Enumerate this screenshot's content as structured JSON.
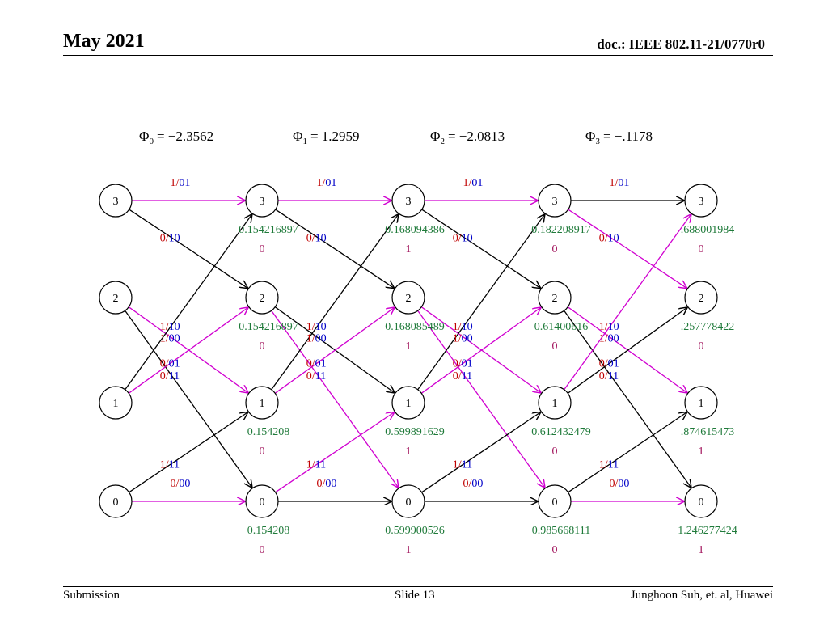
{
  "header": {
    "left": "May 2021",
    "right": "doc.: IEEE 802.11-21/0770r0"
  },
  "footer": {
    "left": "Submission",
    "center": "Slide 13",
    "right": "Junghoon Suh, et. al, Huawei"
  },
  "colors": {
    "metric": "#1f7a3a",
    "survivor": "#a0105a",
    "input_bit": "#c00000",
    "output_bits": "#0000c8",
    "selected_path": "#d000d0",
    "path": "#000000"
  },
  "phases": [
    {
      "symbol": "Φ",
      "sub": "0",
      "value": "= −2.3562"
    },
    {
      "symbol": "Φ",
      "sub": "1",
      "value": "= 1.2959"
    },
    {
      "symbol": "Φ",
      "sub": "2",
      "value": "= −2.0813"
    },
    {
      "symbol": "Φ",
      "sub": "3",
      "value": "= −.1178"
    }
  ],
  "states": [
    "3",
    "2",
    "1",
    "0"
  ],
  "stages": [
    {
      "nodes": [
        {
          "state": "3",
          "metric": "",
          "survivor": ""
        },
        {
          "state": "2",
          "metric": "",
          "survivor": ""
        },
        {
          "state": "1",
          "metric": "",
          "survivor": ""
        },
        {
          "state": "0",
          "metric": "",
          "survivor": ""
        }
      ]
    },
    {
      "nodes": [
        {
          "state": "3",
          "metric": "0.154216897",
          "survivor": "0"
        },
        {
          "state": "2",
          "metric": "0.154216897",
          "survivor": "0"
        },
        {
          "state": "1",
          "metric": "0.154208",
          "survivor": "0"
        },
        {
          "state": "0",
          "metric": "0.154208",
          "survivor": "0"
        }
      ]
    },
    {
      "nodes": [
        {
          "state": "3",
          "metric": "0.168094386",
          "survivor": "1"
        },
        {
          "state": "2",
          "metric": "0.168085489",
          "survivor": "1"
        },
        {
          "state": "1",
          "metric": "0.599891629",
          "survivor": "1"
        },
        {
          "state": "0",
          "metric": "0.599900526",
          "survivor": "1"
        }
      ]
    },
    {
      "nodes": [
        {
          "state": "3",
          "metric": "0.182208917",
          "survivor": "0"
        },
        {
          "state": "2",
          "metric": "0.61400616",
          "survivor": "0"
        },
        {
          "state": "1",
          "metric": "0.612432479",
          "survivor": "0"
        },
        {
          "state": "0",
          "metric": "0.985668111",
          "survivor": "0"
        }
      ]
    },
    {
      "nodes": [
        {
          "state": "3",
          "metric": ".688001984",
          "survivor": "0"
        },
        {
          "state": "2",
          "metric": ".257778422",
          "survivor": "0"
        },
        {
          "state": "1",
          "metric": ".874615473",
          "survivor": "1"
        },
        {
          "state": "0",
          "metric": "1.246277424",
          "survivor": "1"
        }
      ]
    }
  ],
  "branches": [
    {
      "stage": 0,
      "from": "3",
      "to": "3",
      "in": "1",
      "out": "01",
      "selected": true
    },
    {
      "stage": 0,
      "from": "3",
      "to": "2",
      "in": "0",
      "out": "10",
      "selected": false
    },
    {
      "stage": 0,
      "from": "2",
      "to": "1",
      "in": "1",
      "out": "00",
      "selected": true
    },
    {
      "stage": 0,
      "from": "2",
      "to": "0",
      "in": "0",
      "out": "11",
      "selected": false
    },
    {
      "stage": 0,
      "from": "1",
      "to": "3",
      "in": "1",
      "out": "10",
      "selected": false
    },
    {
      "stage": 0,
      "from": "1",
      "to": "2",
      "in": "0",
      "out": "01",
      "selected": true
    },
    {
      "stage": 0,
      "from": "0",
      "to": "1",
      "in": "1",
      "out": "11",
      "selected": false
    },
    {
      "stage": 0,
      "from": "0",
      "to": "0",
      "in": "0",
      "out": "00",
      "selected": true
    },
    {
      "stage": 1,
      "from": "3",
      "to": "3",
      "in": "1",
      "out": "01",
      "selected": true
    },
    {
      "stage": 1,
      "from": "3",
      "to": "2",
      "in": "0",
      "out": "10",
      "selected": false
    },
    {
      "stage": 1,
      "from": "2",
      "to": "1",
      "in": "1",
      "out": "00",
      "selected": false
    },
    {
      "stage": 1,
      "from": "2",
      "to": "0",
      "in": "0",
      "out": "11",
      "selected": true
    },
    {
      "stage": 1,
      "from": "1",
      "to": "3",
      "in": "1",
      "out": "10",
      "selected": false
    },
    {
      "stage": 1,
      "from": "1",
      "to": "2",
      "in": "0",
      "out": "01",
      "selected": true
    },
    {
      "stage": 1,
      "from": "0",
      "to": "1",
      "in": "1",
      "out": "11",
      "selected": true
    },
    {
      "stage": 1,
      "from": "0",
      "to": "0",
      "in": "0",
      "out": "00",
      "selected": false
    },
    {
      "stage": 2,
      "from": "3",
      "to": "3",
      "in": "1",
      "out": "01",
      "selected": true
    },
    {
      "stage": 2,
      "from": "3",
      "to": "2",
      "in": "0",
      "out": "10",
      "selected": false
    },
    {
      "stage": 2,
      "from": "2",
      "to": "1",
      "in": "1",
      "out": "00",
      "selected": true
    },
    {
      "stage": 2,
      "from": "2",
      "to": "0",
      "in": "0",
      "out": "11",
      "selected": true
    },
    {
      "stage": 2,
      "from": "1",
      "to": "3",
      "in": "1",
      "out": "10",
      "selected": false
    },
    {
      "stage": 2,
      "from": "1",
      "to": "2",
      "in": "0",
      "out": "01",
      "selected": true
    },
    {
      "stage": 2,
      "from": "0",
      "to": "1",
      "in": "1",
      "out": "11",
      "selected": false
    },
    {
      "stage": 2,
      "from": "0",
      "to": "0",
      "in": "0",
      "out": "00",
      "selected": false
    },
    {
      "stage": 3,
      "from": "3",
      "to": "3",
      "in": "1",
      "out": "01",
      "selected": false
    },
    {
      "stage": 3,
      "from": "3",
      "to": "2",
      "in": "0",
      "out": "10",
      "selected": true
    },
    {
      "stage": 3,
      "from": "2",
      "to": "1",
      "in": "1",
      "out": "00",
      "selected": true
    },
    {
      "stage": 3,
      "from": "2",
      "to": "0",
      "in": "0",
      "out": "11",
      "selected": false
    },
    {
      "stage": 3,
      "from": "1",
      "to": "3",
      "in": "1",
      "out": "10",
      "selected": true
    },
    {
      "stage": 3,
      "from": "1",
      "to": "2",
      "in": "0",
      "out": "01",
      "selected": false
    },
    {
      "stage": 3,
      "from": "0",
      "to": "1",
      "in": "1",
      "out": "11",
      "selected": false
    },
    {
      "stage": 3,
      "from": "0",
      "to": "0",
      "in": "0",
      "out": "00",
      "selected": true
    }
  ]
}
